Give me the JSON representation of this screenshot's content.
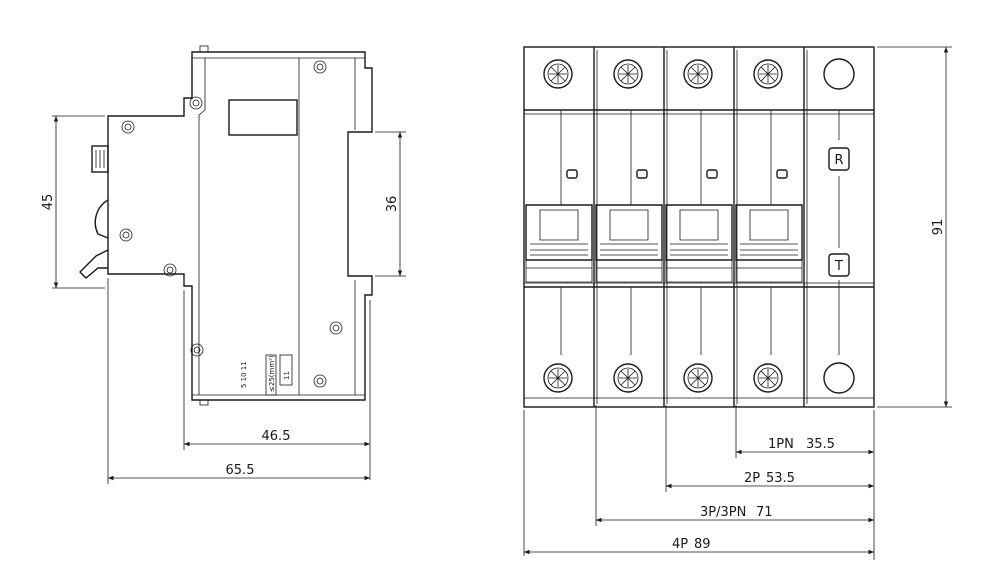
{
  "side_view": {
    "dim_height": "45",
    "dim_rail": "36",
    "dim_depth_front": "46.5",
    "dim_depth_total": "65.5",
    "label_wire_sizes": "5  10 11",
    "label_cross_section": "≤25(mm²)",
    "label_strip": "11"
  },
  "front_view": {
    "dim_height": "91",
    "button_test_label": "T",
    "button_reset_label": "R",
    "widths": [
      {
        "label": "1PN",
        "value": "35.5"
      },
      {
        "label": "2P",
        "value": "53.5"
      },
      {
        "label": "3P/3PN",
        "value": "71"
      },
      {
        "label": "4P",
        "value": "89"
      }
    ]
  }
}
